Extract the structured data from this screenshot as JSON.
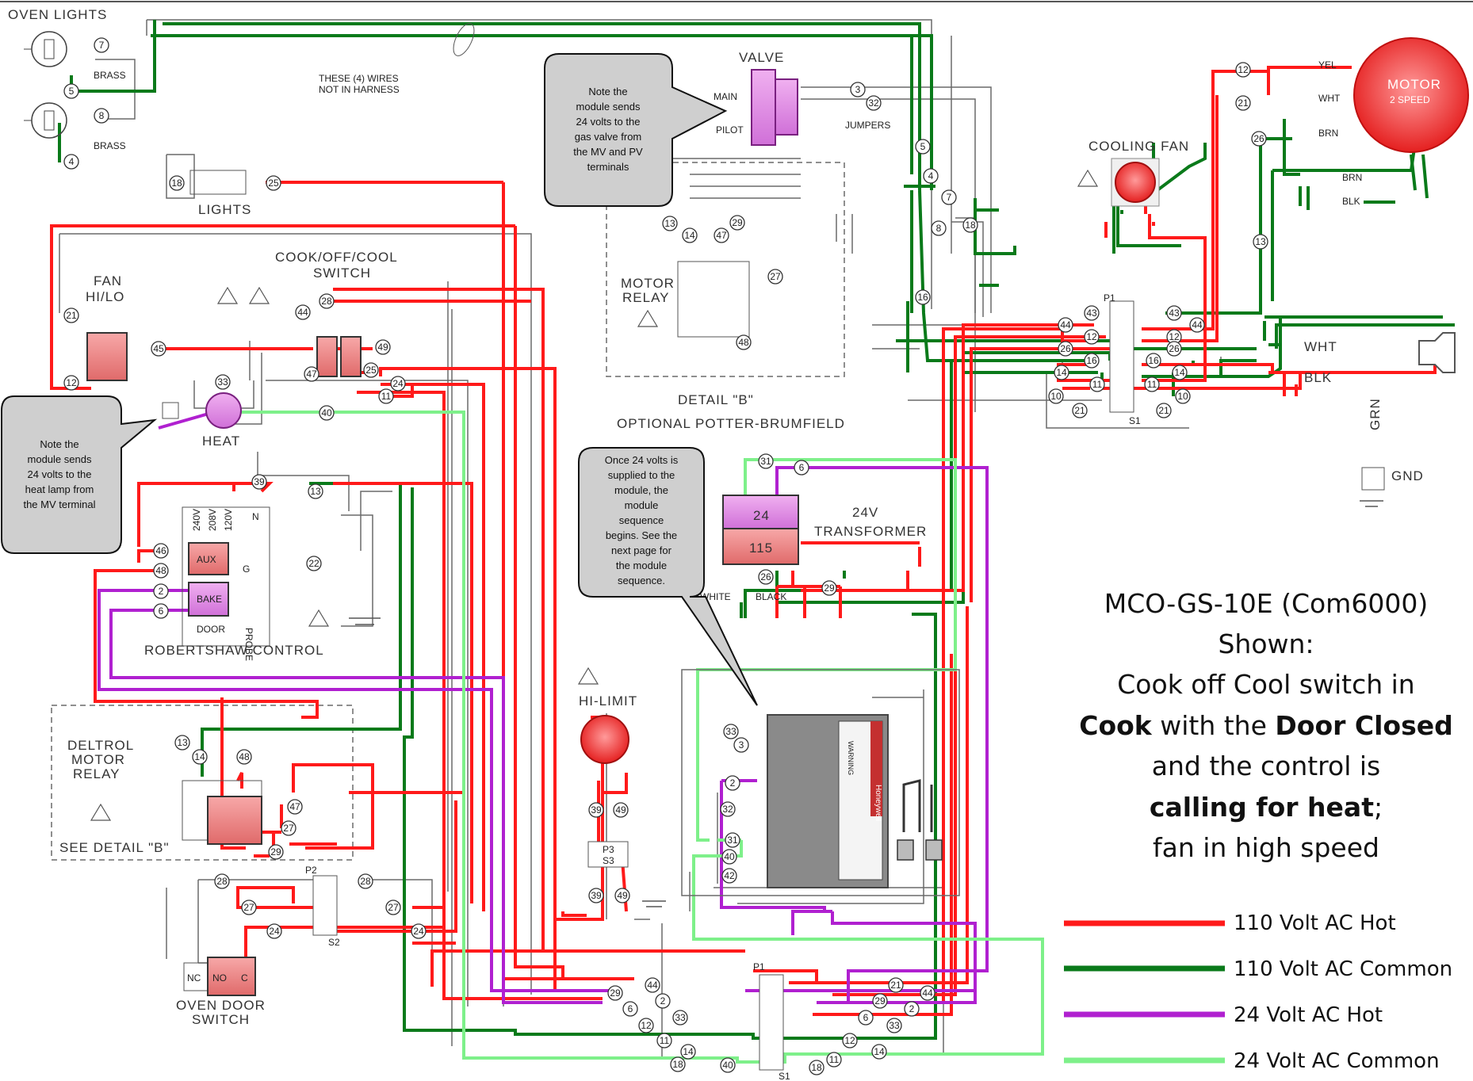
{
  "colors": {
    "hot110": "#ff1a1a",
    "common110": "#0a7a1a",
    "hot24": "#b020d0",
    "common24": "#7ef08a",
    "gray_wire": "#6a6a6a",
    "callout_fill": "#cfcfcf"
  },
  "components": {
    "oven_lights": "OVEN LIGHTS",
    "brass_1": "BRASS",
    "brass_2": "BRASS",
    "harness_note": [
      "THESE (4) WIRES",
      "NOT IN HARNESS"
    ],
    "lights": "LIGHTS",
    "valve": "VALVE",
    "main": "MAIN",
    "pilot": "PILOT",
    "jumpers": "JUMPERS",
    "cooling_fan": "COOLING FAN",
    "motor": [
      "MOTOR",
      "2 SPEED"
    ],
    "cook_switch": [
      "COOK/OFF/COOL",
      "SWITCH"
    ],
    "fan_hilo": [
      "FAN",
      "HI/LO"
    ],
    "heat": "HEAT",
    "motor_relay": [
      "MOTOR",
      "RELAY"
    ],
    "detail_b": "DETAIL \"B\"",
    "optional": "OPTIONAL POTTER-BRUMFIELD",
    "transformer": [
      "24V",
      "TRANSFORMER"
    ],
    "t24": "24",
    "t115": "115",
    "white": "WHITE",
    "black": "BLACK",
    "robertshaw": "ROBERTSHAW CONTROL",
    "aux": "AUX",
    "bake": "BAKE",
    "door": "DOOR",
    "probe": "PROBE",
    "volt_tags": [
      "240V",
      "208V",
      "120V",
      "N"
    ],
    "g": "G",
    "deltrol": [
      "DELTROL",
      "MOTOR",
      "RELAY"
    ],
    "see_detail": "SEE DETAIL \"B\"",
    "hi_limit": "HI-LIMIT",
    "p3": "P3",
    "s3": "S3",
    "p2": "P2",
    "s2": "S2",
    "p1": "P1",
    "s1": "S1",
    "oven_door_switch": [
      "OVEN DOOR",
      "SWITCH"
    ],
    "nc": "NC",
    "no": "NO",
    "c": "C",
    "yel": "YEL",
    "wht": "WHT",
    "brn": "BRN",
    "blk": "BLK",
    "wht_big": "WHT",
    "blk_big": "BLK",
    "grn": "GRN",
    "gnd": "GND",
    "honeywell": "Honeywell",
    "warning": "WARNING"
  },
  "callouts": {
    "valve_note": [
      "Note the",
      "module sends",
      "24 volts to the",
      "gas valve from",
      "the MV and PV",
      "terminals"
    ],
    "heat_note": [
      "Note the",
      "module sends",
      "24 volts to the",
      "heat lamp from",
      "the MV terminal"
    ],
    "module_note": [
      "Once 24 volts is",
      "supplied to the",
      "module, the",
      "module",
      "sequence",
      "begins. See the",
      "next page for",
      "the module",
      "sequence."
    ]
  },
  "title_block": {
    "lines": [
      "MCO-GS-10E (Com6000)",
      "Shown:",
      "Cook off Cool switch in"
    ],
    "line4": [
      {
        "t": "Cook",
        "b": true
      },
      {
        "t": " with the ",
        "b": false
      },
      {
        "t": "Door Closed",
        "b": true
      }
    ],
    "line5": "and the control is",
    "line6": [
      {
        "t": "calling  for heat",
        "b": true
      },
      {
        "t": ";",
        "b": false
      }
    ],
    "line7": "fan in high speed"
  },
  "legend": [
    {
      "label": "110 Volt AC Hot",
      "color": "#ff1a1a"
    },
    {
      "label": "110 Volt AC Common",
      "color": "#0a7a1a"
    },
    {
      "label": "24 Volt AC Hot",
      "color": "#b020d0"
    },
    {
      "label": "24 Volt AC Common",
      "color": "#7ef08a"
    }
  ],
  "wire_numbers": [
    "7",
    "5",
    "8",
    "4",
    "18",
    "25",
    "21",
    "12",
    "45",
    "44",
    "28",
    "49",
    "47",
    "25",
    "24",
    "11",
    "40",
    "33",
    "39",
    "13",
    "46",
    "48",
    "2",
    "6",
    "22",
    "3",
    "32",
    "13",
    "14",
    "47",
    "29",
    "27",
    "48",
    "5",
    "4",
    "7",
    "8",
    "18",
    "16",
    "43",
    "44",
    "12",
    "26",
    "16",
    "14",
    "11",
    "10",
    "21",
    "43",
    "12",
    "44",
    "26",
    "16",
    "14",
    "11",
    "10",
    "21",
    "12",
    "21",
    "26",
    "13",
    "31",
    "6",
    "26",
    "29",
    "13",
    "14",
    "48",
    "47",
    "27",
    "29",
    "39",
    "49",
    "39",
    "49",
    "28",
    "28",
    "27",
    "27",
    "24",
    "24",
    "33",
    "3",
    "2",
    "32",
    "31",
    "40",
    "42",
    "44",
    "29",
    "2",
    "6",
    "33",
    "12",
    "11",
    "14",
    "18",
    "40",
    "21",
    "44",
    "29",
    "2",
    "6",
    "33",
    "12",
    "14",
    "11",
    "18",
    "40",
    "21"
  ]
}
